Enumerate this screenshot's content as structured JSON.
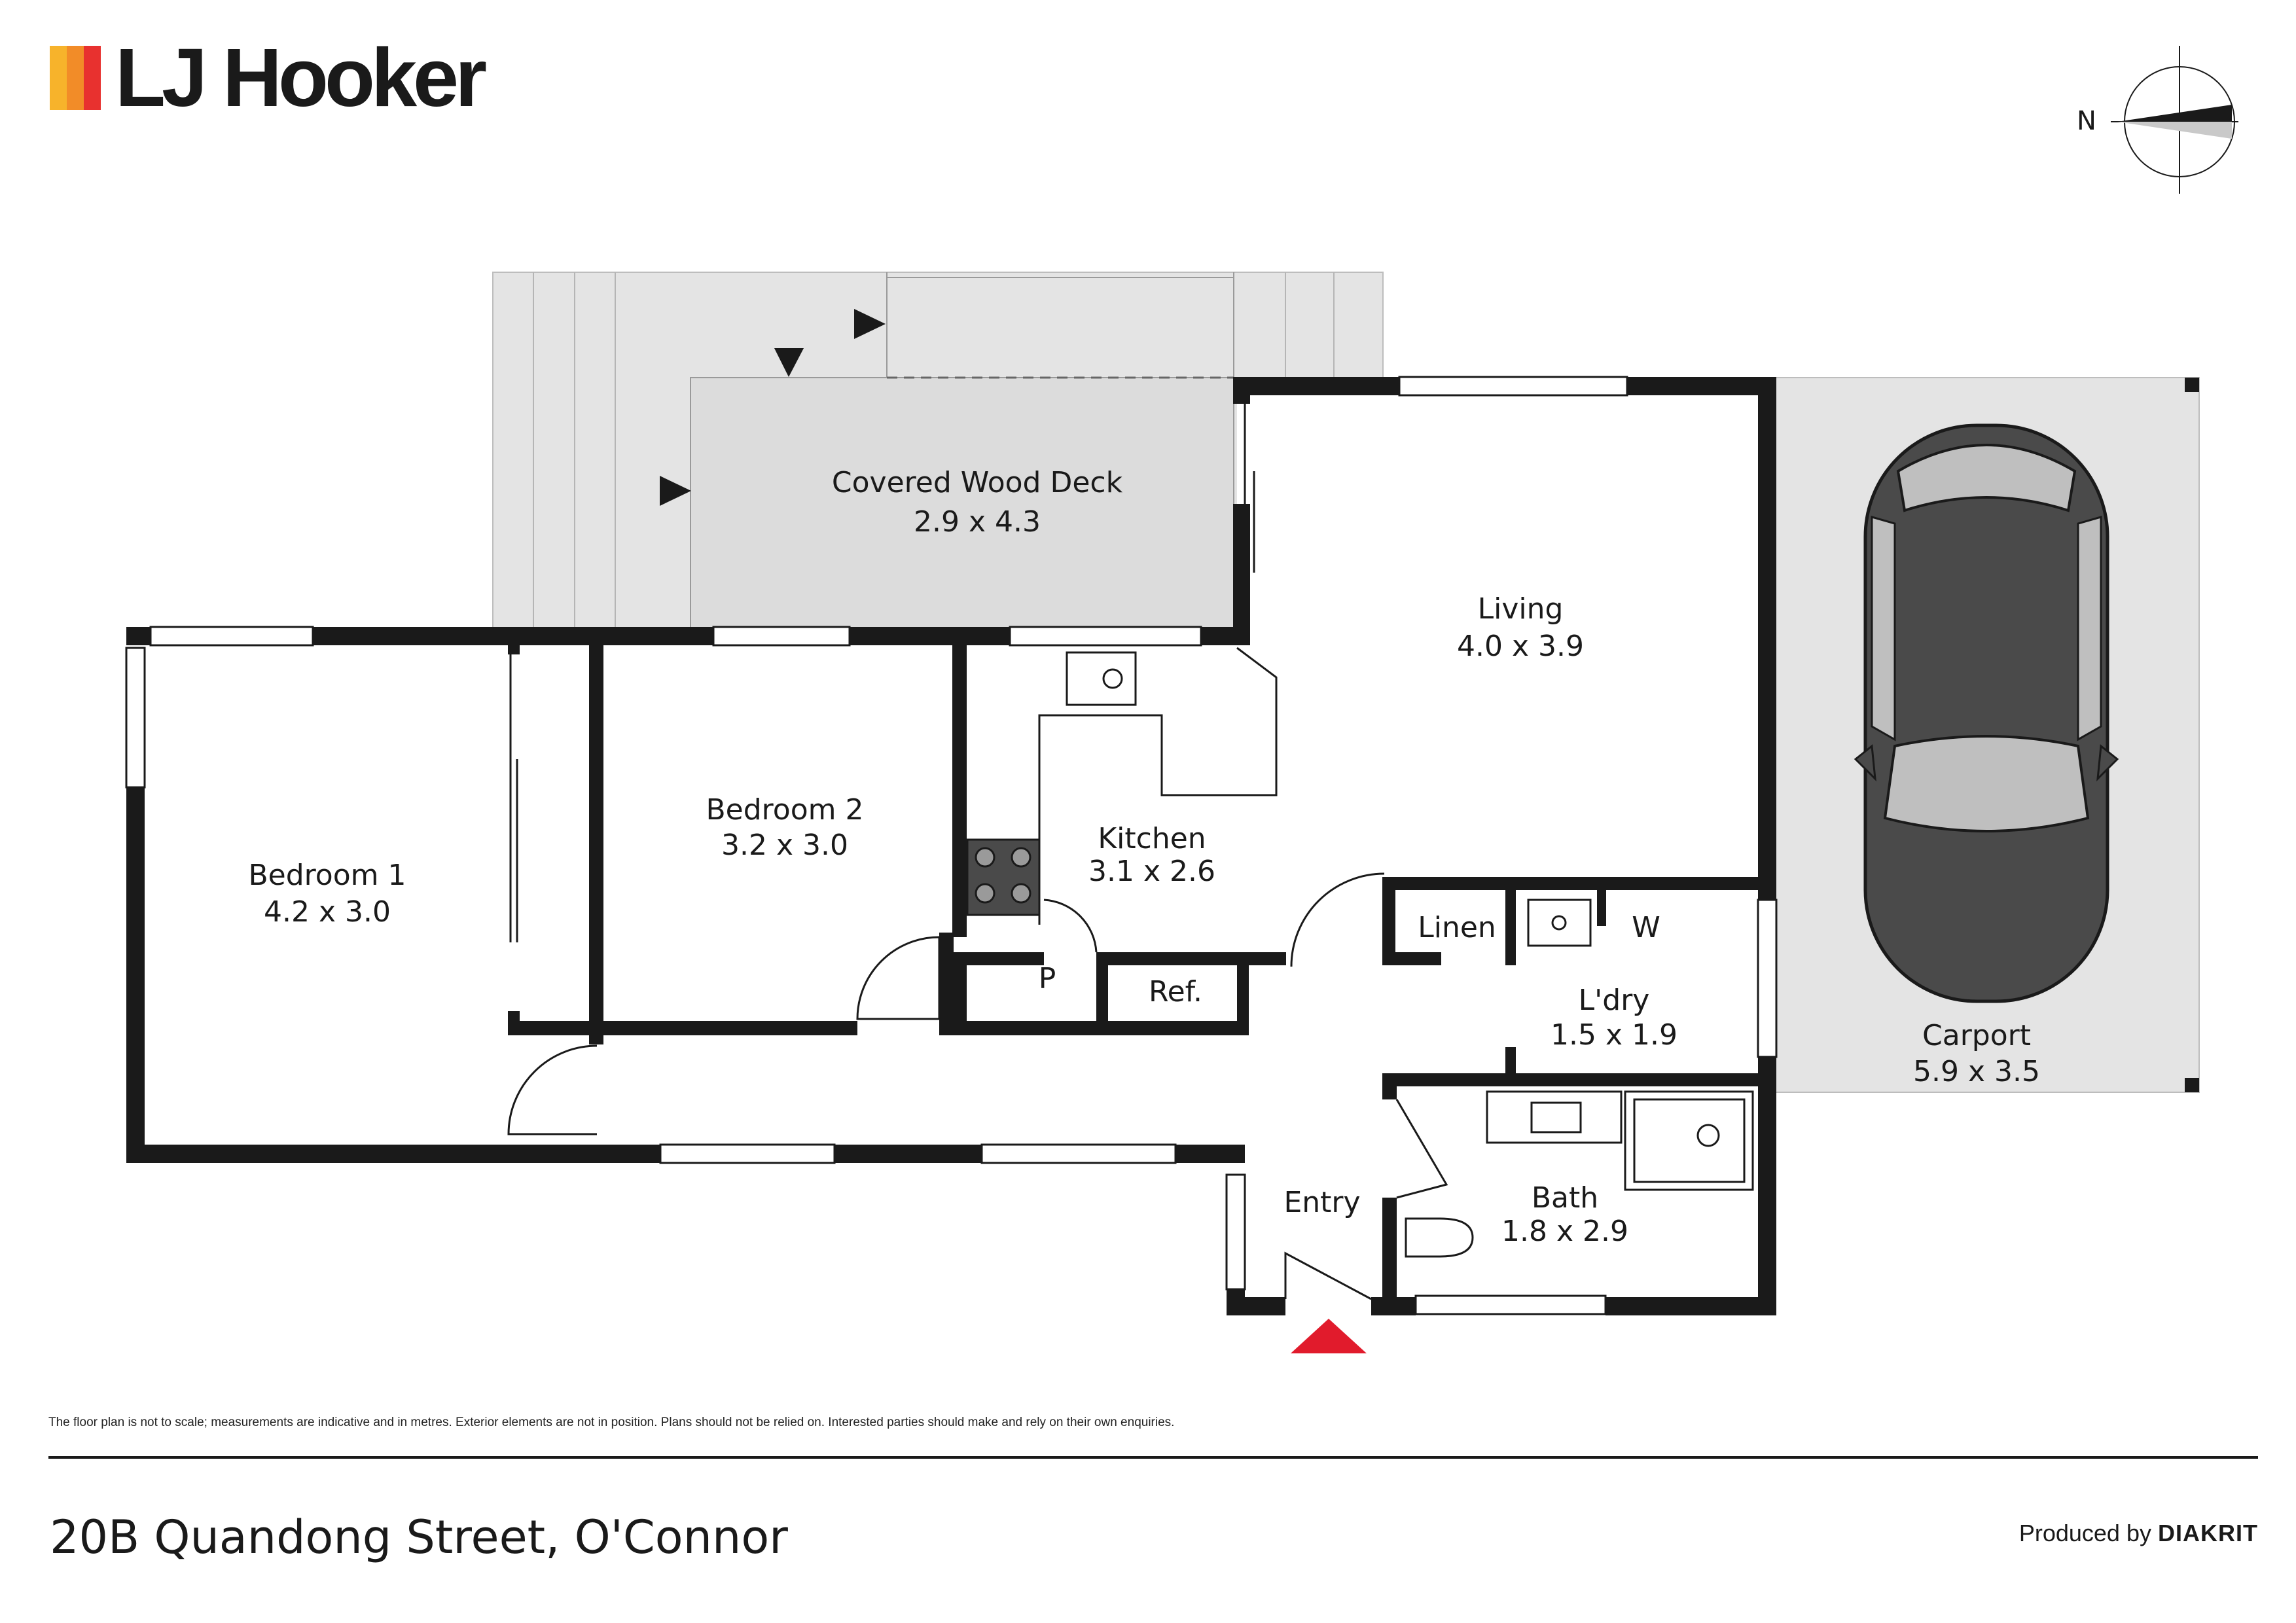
{
  "brand": {
    "name": "LJ Hooker",
    "bar_colors": [
      "#f7b32b",
      "#f28c28",
      "#e8312f"
    ]
  },
  "compass": {
    "north_label": "N"
  },
  "rooms": {
    "deck": {
      "name": "Covered Wood Deck",
      "size": "2.9 x 4.3"
    },
    "living": {
      "name": "Living",
      "size": "4.0 x 3.9"
    },
    "bedroom1": {
      "name": "Bedroom 1",
      "size": "4.2 x 3.0"
    },
    "bedroom2": {
      "name": "Bedroom 2",
      "size": "3.2 x 3.0"
    },
    "kitchen": {
      "name": "Kitchen",
      "size": "3.1 x 2.6"
    },
    "linen": {
      "name": "Linen"
    },
    "w": {
      "name": "W"
    },
    "laundry": {
      "name": "L'dry",
      "size": "1.5 x 1.9"
    },
    "pantry": {
      "name": "P"
    },
    "ref": {
      "name": "Ref."
    },
    "entry": {
      "name": "Entry"
    },
    "bath": {
      "name": "Bath",
      "size": "1.8 x 2.9"
    },
    "carport": {
      "name": "Carport",
      "size": "5.9 x 3.5"
    }
  },
  "colors": {
    "wall": "#1a1a1a",
    "outdoor": "#e4e4e4",
    "entry_marker": "#e11b2c"
  },
  "footer": {
    "disclaimer": "The floor plan is not to scale; measurements are indicative and in metres. Exterior elements are not in position. Plans should not be relied on. Interested parties should make and rely on their own enquiries.",
    "address": "20B Quandong Street, O'Connor",
    "produced_by": "Produced by",
    "producer": "DIAKRIT"
  }
}
